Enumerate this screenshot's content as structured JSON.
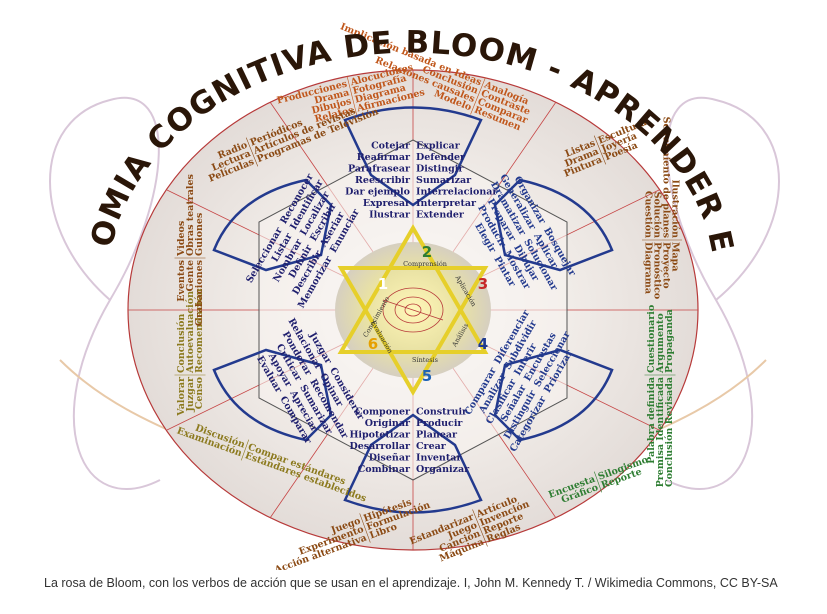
{
  "title": "LA TAXONOMIA COGNITIVA DE BLOOM - APRENDER ES ACCION",
  "caption": "La rosa de Bloom, con los verbos de acción que se usan en el aprendizaje. I, John M. Kennedy T. / Wikimedia Commons, CC BY-SA",
  "colors": {
    "sector_blue": "#233a8e",
    "sector_navy": "#1f1f6e",
    "outer_brown": "#8b4a14",
    "outer_orange": "#c0561a",
    "outer_green": "#2e7d32",
    "outer_olive": "#8c7a1e",
    "star": "#e6cf2a",
    "bg_tint": "#f4f0ec",
    "ring": "#b73a3a"
  },
  "center": {
    "numbers": [
      "1",
      "2",
      "3",
      "4",
      "5",
      "6"
    ],
    "number_colors": [
      "#ffffff",
      "#2e7d32",
      "#c62828",
      "#1f3a8e",
      "#1f63b5",
      "#e6a000"
    ],
    "labels": [
      "Conocimiento",
      "Comprensión",
      "Aplicación",
      "Análisis",
      "Síntesis",
      "Evaluación"
    ]
  },
  "sectors": [
    {
      "verbs": [
        "Cotejar",
        "Reafirmar",
        "Parafrasear",
        "Reescribir",
        "Dar ejemplo",
        "Expresar",
        "Ilustrar",
        "Explicar",
        "Defender",
        "Distingir",
        "Sumarizar",
        "Interrelacionar",
        "Interpretar",
        "Extender"
      ]
    },
    {
      "verbs": [
        "Organizar",
        "Generalizar",
        "Dramatizar",
        "Preparar",
        "Producir",
        "Elegir",
        "Bosquejar",
        "Aplicar",
        "Solucionar",
        "Dibujar",
        "Mostrar",
        "Pintar"
      ]
    },
    {
      "verbs": [
        "Comparar",
        "Analizar",
        "Clasificar",
        "Señalar",
        "Distinguir",
        "Categorizar",
        "Diferenciar",
        "Subdividir",
        "Inferir",
        "Encuestas",
        "Seleccionar",
        "Priorizar"
      ]
    },
    {
      "verbs": [
        "Componer",
        "Originar",
        "Hipotetizar",
        "Desarrollar",
        "Diseñar",
        "Combinar",
        "Construir",
        "Producir",
        "Planear",
        "Crear",
        "Inventar",
        "Organizar"
      ]
    },
    {
      "verbs": [
        "Juzgar",
        "Relacionar",
        "Ponderar",
        "Criticar",
        "Apoyar",
        "Evaluar",
        "Considerar",
        "Opinar",
        "Recomendar",
        "Sumarizar",
        "Apreciar",
        "Comparar"
      ]
    },
    {
      "verbs": [
        "Seleccionar",
        "Listar",
        "Nombrar",
        "Definir",
        "Describir",
        "Memorizar",
        "Reconocer",
        "Identificar",
        "Localizar",
        "Escribir",
        "Aseriar",
        "Enunciar"
      ]
    }
  ],
  "outer": [
    {
      "items": [
        "Producciones",
        "Drama",
        "Dibujos",
        "Relatos",
        "Alocuciones",
        "Fotografía",
        "Diagrama",
        "Afirmaciones"
      ]
    },
    {
      "items": [
        "Implicación basada en Ideas",
        "Conclusión",
        "Relaciones causales",
        "Modelo",
        "Analogía",
        "Contraste",
        "Comparar",
        "Resumen"
      ]
    },
    {
      "items": [
        "Listas",
        "Drama",
        "Pintura",
        "Escultura",
        "Joyería",
        "Poesía"
      ]
    },
    {
      "items": [
        "Ilustración",
        "Seguimiento de planes",
        "Solución",
        "Cuestión",
        "Mapa",
        "Proyecto",
        "Pronóstico",
        "Diagrama"
      ]
    },
    {
      "items": [
        "Palabra definida",
        "Premisa Identificada",
        "Conclusión Revisada",
        "Cuestionario",
        "Argumento",
        "Propaganda"
      ]
    },
    {
      "items": [
        "Encuesta",
        "Gráfico",
        "Silogismo",
        "Reporte"
      ]
    },
    {
      "items": [
        "Estandarizar",
        "Juego",
        "Canción",
        "Máquina",
        "Artículo",
        "Invención",
        "Reporte",
        "Reglas"
      ]
    },
    {
      "items": [
        "Juego",
        "Experimento",
        "Acción alternativa",
        "Hipótesis",
        "Formulación",
        "Libro"
      ]
    },
    {
      "items": [
        "Discusión",
        "Examinación",
        "Compar estándares",
        "Estándares establecidos"
      ]
    },
    {
      "items": [
        "Valorar",
        "Juzgar",
        "Censo",
        "Conclusión",
        "Autoevaluación",
        "Recomendación"
      ]
    },
    {
      "items": [
        "Eventos",
        "Gente",
        "Grabaciones",
        "Videos",
        "Obras teatrales",
        "Guiones"
      ]
    },
    {
      "items": [
        "Radio",
        "Lectura",
        "Películas",
        "Periódicos",
        "Artículos de revistas",
        "Programas de Televisión"
      ]
    }
  ]
}
